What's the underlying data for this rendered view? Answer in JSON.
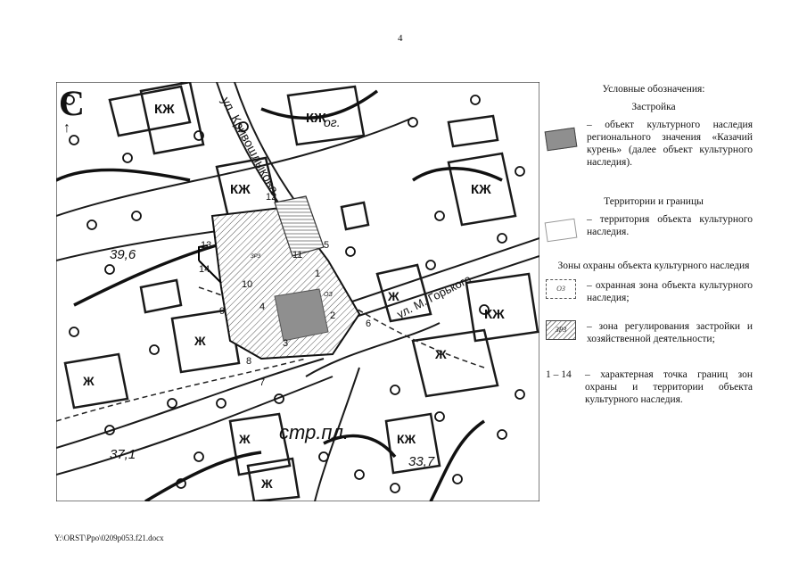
{
  "page": {
    "number": "4",
    "footer_path": "Y:\\ORST\\Ppo\\0209p053.f21.docx"
  },
  "map": {
    "north_letter": "С",
    "street_labels": [
      "ул. Кривошлыкова",
      "ул. М. Горького",
      "стр.пл."
    ],
    "height_marks": [
      "39,6",
      "37,1",
      "33,7"
    ],
    "building_labels": [
      "КЖ",
      "КЖ",
      "КЖ",
      "КЖ",
      "КЖ",
      "Ж",
      "Ж",
      "Ж",
      "Ж",
      "Ж",
      "Ж",
      "КЖ"
    ],
    "zone_labels": {
      "oz": "ОЗ",
      "zrz": "ЗРЗ",
      "og": "ог."
    },
    "points": [
      "1",
      "2",
      "3",
      "4",
      "5",
      "6",
      "7",
      "8",
      "9",
      "10",
      "11",
      "12",
      "13",
      "14"
    ]
  },
  "legend": {
    "title": "Условные обозначения:",
    "section_buildings": "Застройка",
    "heritage_text": "– объект культурного наследия регионального значения «Казачий курень» (далее объект культурного наследия).",
    "section_territories": "Территории и границы",
    "territory_text": "– территория объекта культурного наследия.",
    "section_zones": "Зоны охраны объекта культурного наследия",
    "oz_label": "ОЗ",
    "oz_text": "– охранная зона объекта культурного наследия;",
    "zrz_label": "ЗРЗ",
    "zrz_text": "– зона регулирования застройки и хозяйственной деятельности;",
    "points_range": "1 – 14",
    "points_text": "– характерная точка границ зон охраны и территории объекта культурного наследия."
  },
  "colors": {
    "heritage_fill": "#8f8f8f",
    "map_ink": "#1a1a1a"
  }
}
